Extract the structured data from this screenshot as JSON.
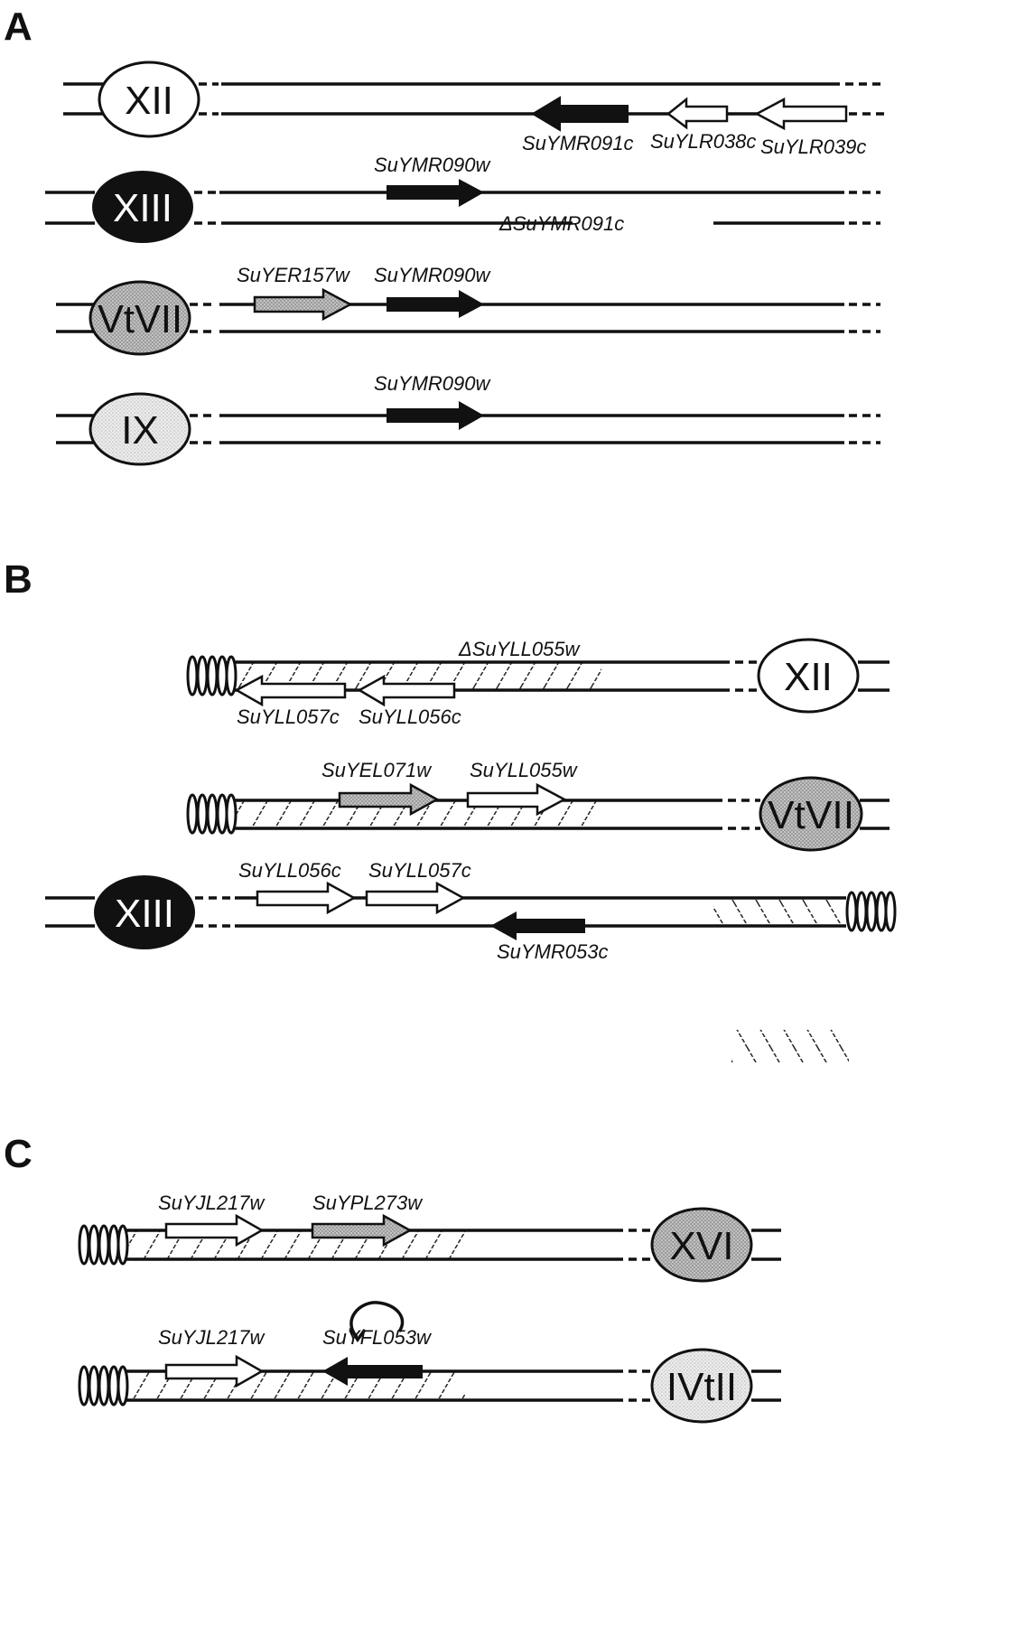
{
  "colors": {
    "black": "#111111",
    "white": "#ffffff",
    "gray": "#a8a8a8",
    "light_gray": "#e2e2e2"
  },
  "panels": [
    {
      "label": "A",
      "rows": [
        {
          "chromosome": "XII",
          "chr_fill": "white",
          "chr_side": "left",
          "genes": [
            {
              "name": "SuYMR091c",
              "strand": "bottom",
              "direction": "left",
              "fill": "black"
            },
            {
              "name": "SuYLR038c",
              "strand": "bottom",
              "direction": "left",
              "fill": "white"
            },
            {
              "name": "SuYLR039c",
              "strand": "bottom",
              "direction": "left",
              "fill": "white"
            }
          ]
        },
        {
          "chromosome": "XIII",
          "chr_fill": "black",
          "chr_side": "left",
          "genes": [
            {
              "name": "SuYMR090w",
              "strand": "top",
              "direction": "right",
              "fill": "black"
            }
          ],
          "deletion_label": "ΔSuYMR091c"
        },
        {
          "chromosome": "VtVII",
          "chr_fill": "gray",
          "chr_side": "left",
          "genes": [
            {
              "name": "SuYER157w",
              "strand": "top",
              "direction": "right",
              "fill": "gray"
            },
            {
              "name": "SuYMR090w",
              "strand": "top",
              "direction": "right",
              "fill": "black"
            }
          ]
        },
        {
          "chromosome": "IX",
          "chr_fill": "light_gray",
          "chr_side": "left",
          "genes": [
            {
              "name": "SuYMR090w",
              "strand": "top",
              "direction": "right",
              "fill": "black"
            }
          ]
        }
      ]
    },
    {
      "label": "B",
      "rows": [
        {
          "chromosome": "XII",
          "chr_fill": "white",
          "chr_side": "right",
          "telomere": "left",
          "hatched": true,
          "top_label": "ΔSuYLL055w",
          "genes": [
            {
              "name": "SuYLL057c",
              "strand": "bottom",
              "direction": "left",
              "fill": "white"
            },
            {
              "name": "SuYLL056c",
              "strand": "bottom",
              "direction": "left",
              "fill": "white"
            }
          ]
        },
        {
          "chromosome": "VtVII",
          "chr_fill": "gray",
          "chr_side": "right",
          "telomere": "left",
          "hatched": true,
          "genes": [
            {
              "name": "SuYEL071w",
              "strand": "top",
              "direction": "right",
              "fill": "gray"
            },
            {
              "name": "SuYLL055w",
              "strand": "top",
              "direction": "right",
              "fill": "white"
            }
          ]
        },
        {
          "chromosome": "XIII",
          "chr_fill": "black",
          "chr_side": "left",
          "telomere": "right",
          "hatched": true,
          "genes": [
            {
              "name": "SuYLL056c",
              "strand": "top",
              "direction": "right",
              "fill": "white"
            },
            {
              "name": "SuYLL057c",
              "strand": "top",
              "direction": "right",
              "fill": "white"
            },
            {
              "name": "SuYMR053c",
              "strand": "bottom",
              "direction": "left",
              "fill": "black"
            }
          ]
        }
      ]
    },
    {
      "label": "C",
      "rows": [
        {
          "chromosome": "XVI",
          "chr_fill": "gray",
          "chr_side": "right",
          "telomere": "left",
          "hatched": true,
          "genes": [
            {
              "name": "SuYJL217w",
              "strand": "top",
              "direction": "right",
              "fill": "white"
            },
            {
              "name": "SuYPL273w",
              "strand": "top",
              "direction": "right",
              "fill": "gray"
            }
          ]
        },
        {
          "chromosome": "IVtII",
          "chr_fill": "light_gray",
          "chr_side": "right",
          "telomere": "left",
          "hatched": true,
          "inversion_marker": "circular-arrow",
          "genes": [
            {
              "name": "SuYJL217w",
              "strand": "top",
              "direction": "right",
              "fill": "white"
            },
            {
              "name": "SuYFL053w",
              "strand": "top",
              "direction": "left",
              "fill": "black"
            }
          ]
        }
      ]
    }
  ]
}
